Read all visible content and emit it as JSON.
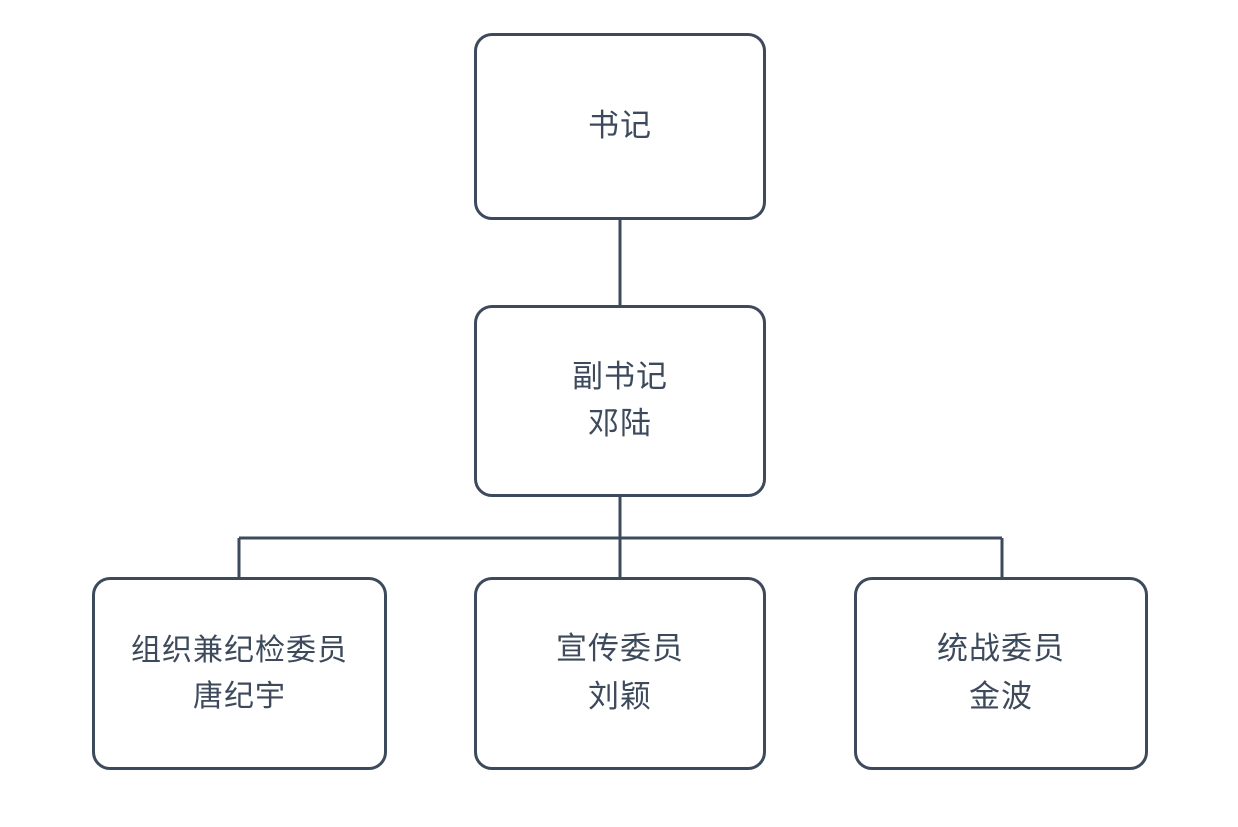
{
  "diagram": {
    "type": "organization-chart",
    "background_color": "#ffffff",
    "stroke_color": "#3d4a5c",
    "text_color": "#3d4a5c",
    "levels": 3,
    "nodes": [
      {
        "id": "secretary",
        "level": 1,
        "title": "书记",
        "person": ""
      },
      {
        "id": "deputy-secretary",
        "level": 2,
        "title": "副书记",
        "person": "邓陆"
      },
      {
        "id": "org-discipline",
        "level": 3,
        "title": "组织兼纪检委员",
        "person": "唐纪宇"
      },
      {
        "id": "propaganda",
        "level": 3,
        "title": "宣传委员",
        "person": "刘颖"
      },
      {
        "id": "united-front",
        "level": 3,
        "title": "统战委员",
        "person": "金波"
      }
    ],
    "edges": [
      {
        "from": "secretary",
        "to": "deputy-secretary"
      },
      {
        "from": "deputy-secretary",
        "to": "org-discipline"
      },
      {
        "from": "deputy-secretary",
        "to": "propaganda"
      },
      {
        "from": "deputy-secretary",
        "to": "united-front"
      }
    ]
  }
}
